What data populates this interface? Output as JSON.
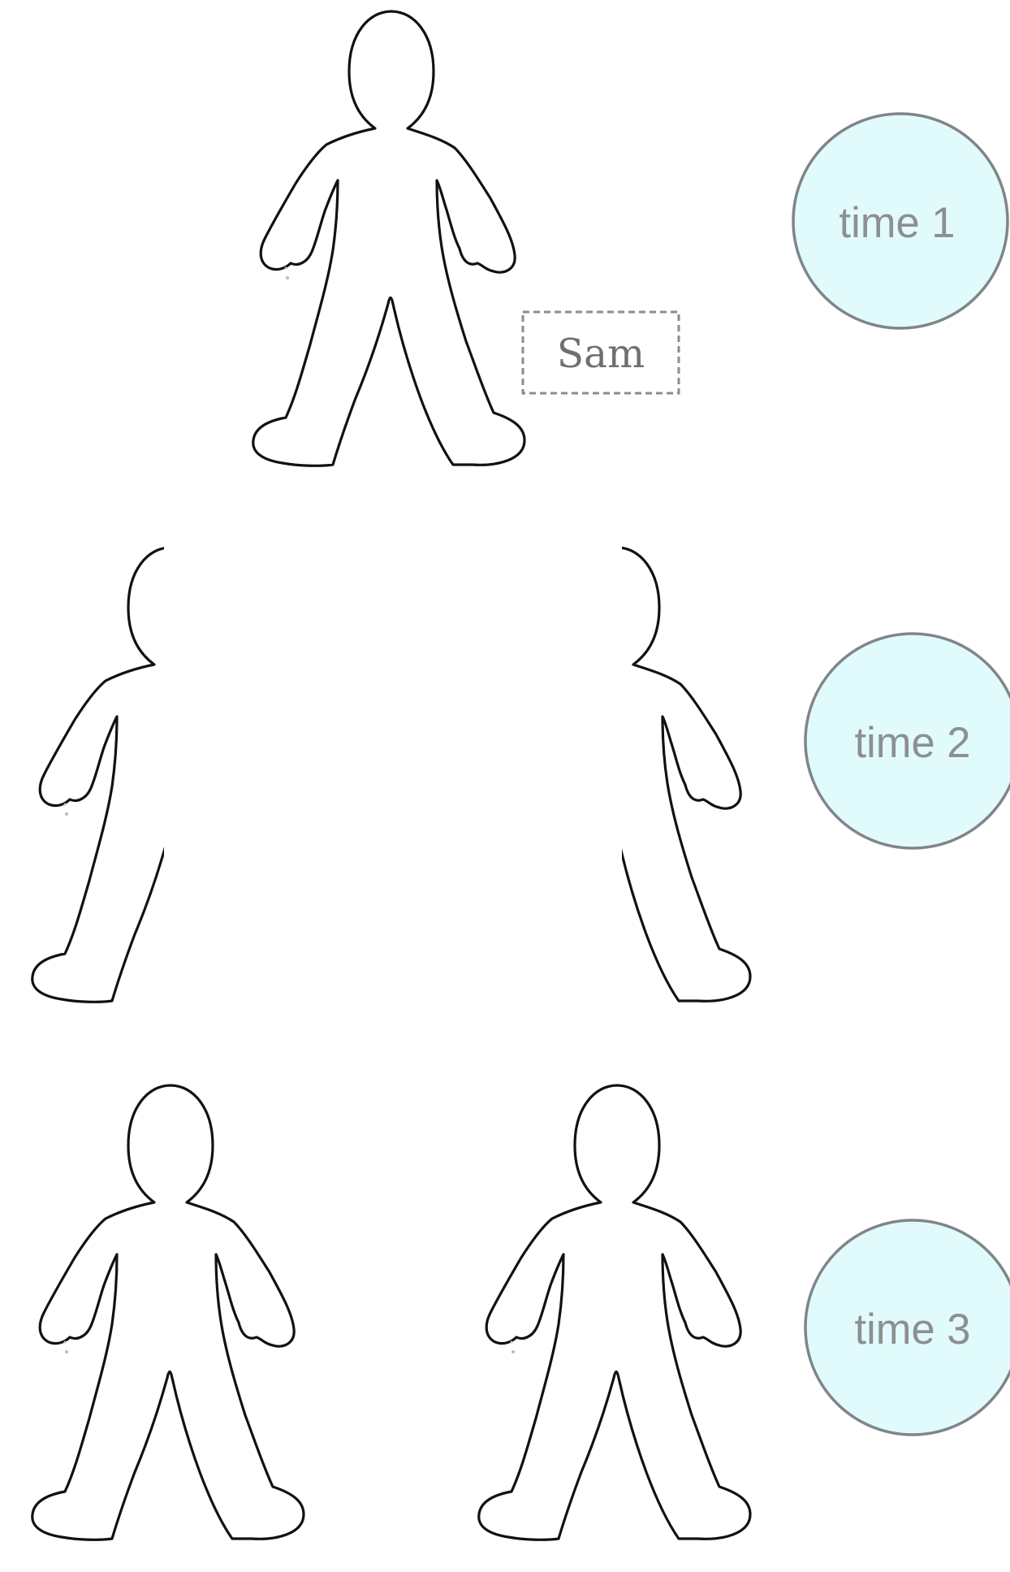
{
  "figures": {
    "icon": "person-outline-icon",
    "outline_color": "#111111"
  },
  "name_tag": {
    "label": "Sam"
  },
  "time_markers": [
    {
      "label": "time 1"
    },
    {
      "label": "time 2"
    },
    {
      "label": "time 3"
    }
  ],
  "colors": {
    "circle_fill": "#e1fbfc",
    "circle_stroke": "#808589",
    "label_text": "#8d8f91"
  }
}
